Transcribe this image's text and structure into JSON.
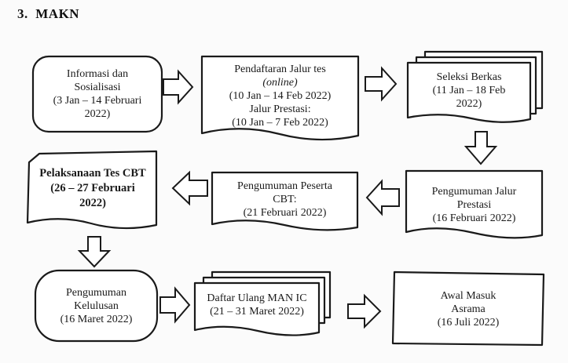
{
  "section": {
    "number": "3.",
    "title": "MAKN"
  },
  "steps": {
    "informasi": {
      "lines": [
        "Informasi dan",
        "Sosialisasi",
        "(3 Jan – 14 Februari",
        "2022)"
      ]
    },
    "pendaftaran": {
      "lines": [
        "Pendaftaran Jalur tes",
        "(online)",
        "(10 Jan – 14 Feb 2022)",
        "Jalur Prestasi:",
        "(10 Jan – 7 Feb 2022)"
      ]
    },
    "seleksi": {
      "lines": [
        "Seleksi Berkas",
        "(11 Jan – 18 Feb",
        "2022)"
      ]
    },
    "pengumuman_prestasi": {
      "lines": [
        "Pengumuman Jalur",
        "Prestasi",
        "(16 Februari 2022)"
      ]
    },
    "pengumuman_cbt": {
      "lines": [
        "Pengumuman Peserta",
        "CBT:",
        "(21 Februari 2022)"
      ]
    },
    "pelaksanaan": {
      "lines": [
        "Pelaksanaan Tes CBT",
        "(26 – 27 Februari",
        "2022)"
      ]
    },
    "kelulusan": {
      "lines": [
        "Pengumuman",
        "Kelulusan",
        "(16 Maret 2022)"
      ]
    },
    "daftar_ulang": {
      "lines": [
        "Daftar Ulang MAN IC",
        "(21 – 31 Maret 2022)"
      ]
    },
    "asrama": {
      "lines": [
        "Awal Masuk",
        "Asrama",
        "(16 Juli 2022)"
      ]
    }
  }
}
